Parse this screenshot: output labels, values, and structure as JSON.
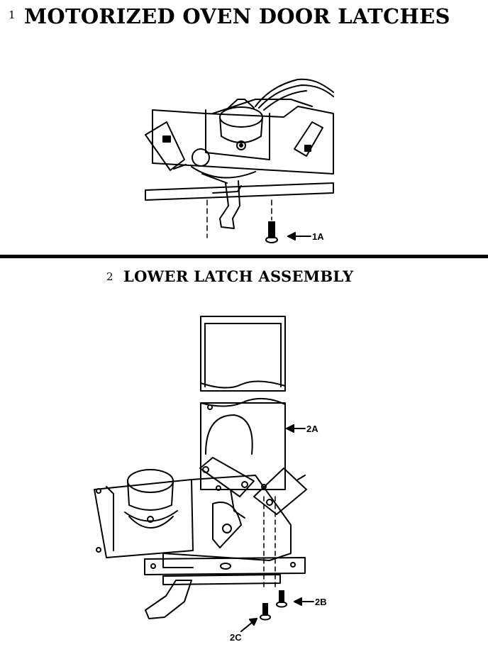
{
  "section1": {
    "number": "1",
    "title": "MOTORIZED OVEN DOOR LATCHES"
  },
  "section2": {
    "number": "2",
    "title": "LOWER LATCH ASSEMBLY"
  },
  "callouts": {
    "c1a": "1A",
    "c2a": "2A",
    "c2b": "2B",
    "c2c": "2C"
  }
}
